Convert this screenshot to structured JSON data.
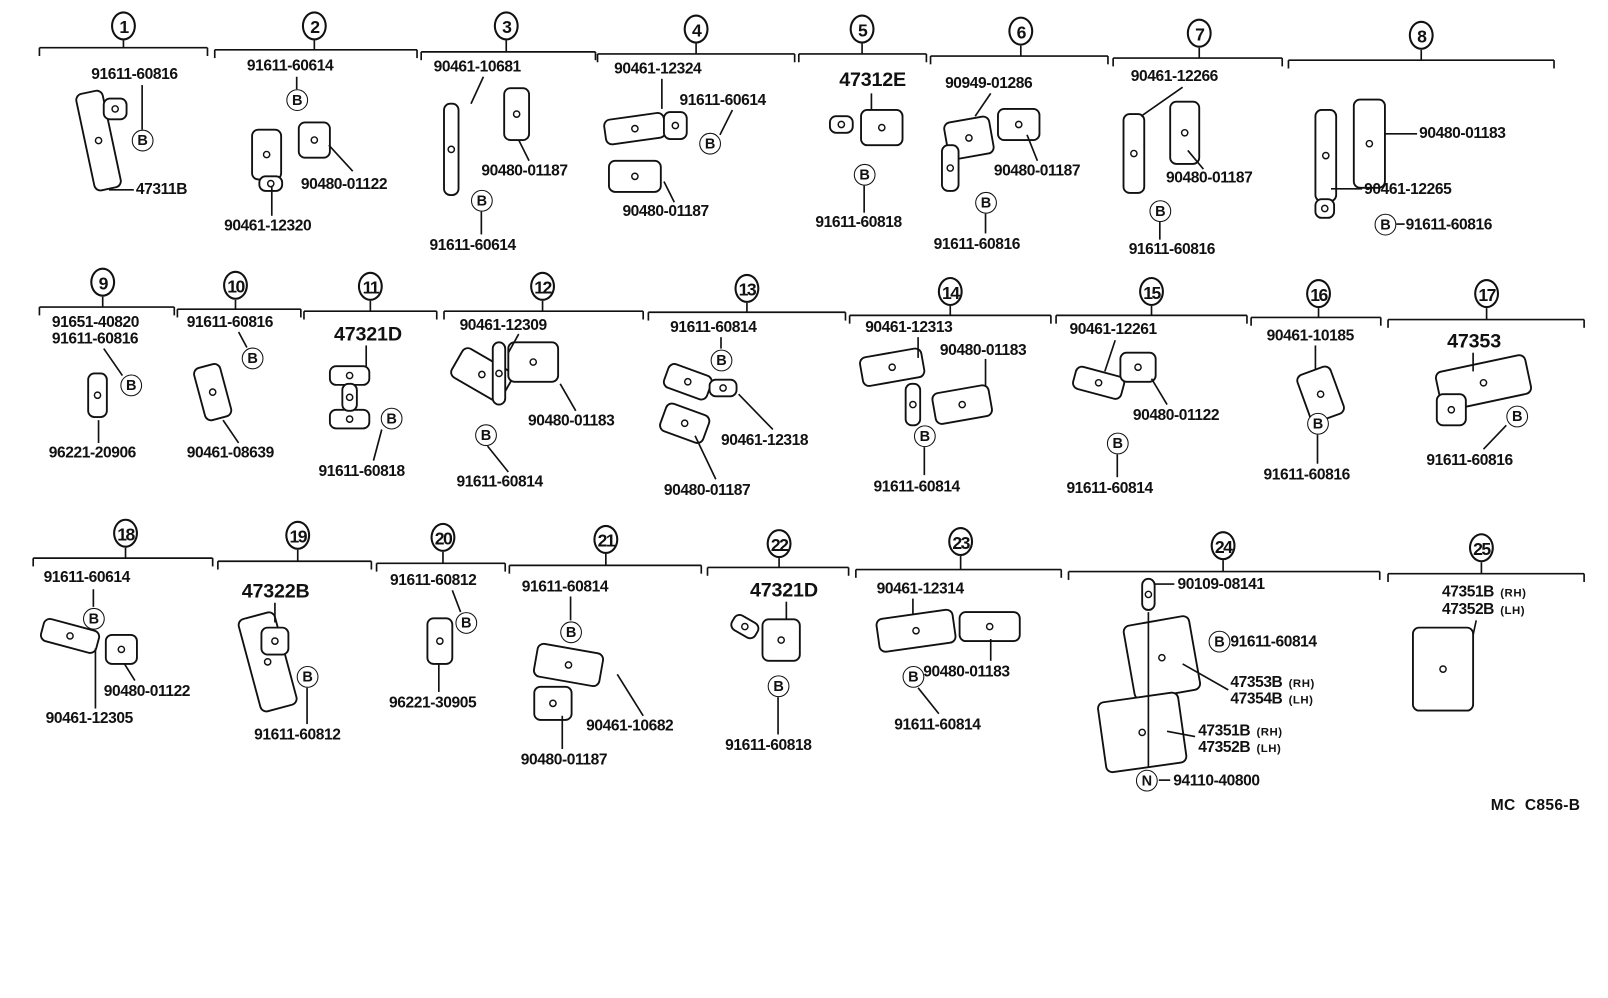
{
  "markers": {
    "bolt": "B",
    "nut": "N"
  },
  "reference_code": "MC  C856-B",
  "groups": [
    {
      "number": "1",
      "labels": [
        {
          "part": "91611-60816"
        },
        {
          "part": "47311B"
        }
      ]
    },
    {
      "number": "2",
      "labels": [
        {
          "part": "91611-60614"
        },
        {
          "part": "90480-01122"
        },
        {
          "part": "90461-12320"
        }
      ]
    },
    {
      "number": "3",
      "labels": [
        {
          "part": "90461-10681"
        },
        {
          "part": "90480-01187"
        },
        {
          "part": "91611-60614"
        }
      ]
    },
    {
      "number": "4",
      "labels": [
        {
          "part": "90461-12324"
        },
        {
          "part": "91611-60614"
        },
        {
          "part": "90480-01187"
        }
      ]
    },
    {
      "number": "5",
      "labels": [
        {
          "part": "47312E"
        },
        {
          "part": "91611-60818"
        }
      ]
    },
    {
      "number": "6",
      "labels": [
        {
          "part": "90949-01286"
        },
        {
          "part": "90480-01187"
        },
        {
          "part": "91611-60816"
        }
      ]
    },
    {
      "number": "7",
      "labels": [
        {
          "part": "90461-12266"
        },
        {
          "part": "90480-01187"
        },
        {
          "part": "91611-60816"
        }
      ]
    },
    {
      "number": "8",
      "labels": [
        {
          "part": "90480-01183"
        },
        {
          "part": "90461-12265"
        },
        {
          "part": "91611-60816"
        }
      ]
    },
    {
      "number": "9",
      "labels": [
        {
          "part": "91651-40820"
        },
        {
          "part": "91611-60816"
        },
        {
          "part": "96221-20906"
        }
      ]
    },
    {
      "number": "10",
      "labels": [
        {
          "part": "91611-60816"
        },
        {
          "part": "90461-08639"
        }
      ]
    },
    {
      "number": "11",
      "labels": [
        {
          "part": "47321D"
        },
        {
          "part": "91611-60818"
        }
      ]
    },
    {
      "number": "12",
      "labels": [
        {
          "part": "90461-12309"
        },
        {
          "part": "90480-01183"
        },
        {
          "part": "91611-60814"
        }
      ]
    },
    {
      "number": "13",
      "labels": [
        {
          "part": "91611-60814"
        },
        {
          "part": "90461-12318"
        },
        {
          "part": "90480-01187"
        }
      ]
    },
    {
      "number": "14",
      "labels": [
        {
          "part": "90461-12313"
        },
        {
          "part": "90480-01183"
        },
        {
          "part": "91611-60814"
        }
      ]
    },
    {
      "number": "15",
      "labels": [
        {
          "part": "90461-12261"
        },
        {
          "part": "90480-01122"
        },
        {
          "part": "91611-60814"
        }
      ]
    },
    {
      "number": "16",
      "labels": [
        {
          "part": "90461-10185"
        },
        {
          "part": "91611-60816"
        }
      ]
    },
    {
      "number": "17",
      "labels": [
        {
          "part": "47353"
        },
        {
          "part": "91611-60816"
        }
      ]
    },
    {
      "number": "18",
      "labels": [
        {
          "part": "91611-60614"
        },
        {
          "part": "90480-01122"
        },
        {
          "part": "90461-12305"
        }
      ]
    },
    {
      "number": "19",
      "labels": [
        {
          "part": "47322B"
        },
        {
          "part": "91611-60812"
        }
      ]
    },
    {
      "number": "20",
      "labels": [
        {
          "part": "91611-60812"
        },
        {
          "part": "96221-30905"
        }
      ]
    },
    {
      "number": "21",
      "labels": [
        {
          "part": "91611-60814"
        },
        {
          "part": "90461-10682"
        },
        {
          "part": "90480-01187"
        }
      ]
    },
    {
      "number": "22",
      "labels": [
        {
          "part": "47321D"
        },
        {
          "part": "91611-60818"
        }
      ]
    },
    {
      "number": "23",
      "labels": [
        {
          "part": "90461-12314"
        },
        {
          "part": "90480-01183"
        },
        {
          "part": "91611-60814"
        }
      ]
    },
    {
      "number": "24",
      "labels": [
        {
          "part": "90109-08141"
        },
        {
          "part": "91611-60814"
        },
        {
          "part": "47353B",
          "qualifier": "(RH)"
        },
        {
          "part": "47354B",
          "qualifier": "(LH)"
        },
        {
          "part": "47351B",
          "qualifier": "(RH)"
        },
        {
          "part": "47352B",
          "qualifier": "(LH)"
        },
        {
          "part": "94110-40800"
        }
      ]
    },
    {
      "number": "25",
      "labels": [
        {
          "part": "47351B",
          "qualifier": "(RH)"
        },
        {
          "part": "47352B",
          "qualifier": "(LH)"
        }
      ]
    }
  ]
}
